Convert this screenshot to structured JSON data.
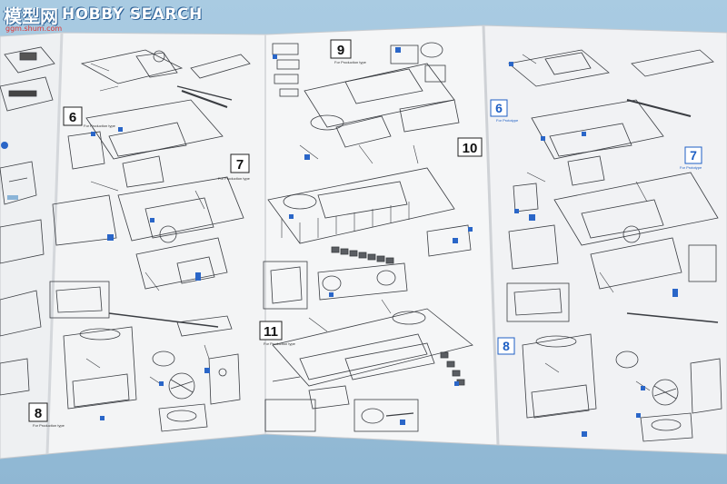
{
  "watermark": {
    "cn": "模型网",
    "en": "HOBBY SEARCH",
    "url": "ggm.shum.com"
  },
  "colors": {
    "background": "#9fc3dc",
    "paper": "#f4f5f6",
    "line": "#3a3d42",
    "step_number_blue": "#1e5fc4",
    "part_box_blue": "#2a66c8"
  },
  "panels": [
    {
      "name": "panel-1",
      "step_numbers": []
    },
    {
      "name": "panel-2",
      "step_numbers": [
        "6",
        "7",
        "8"
      ],
      "captions": [
        "For Production type",
        "For Production type",
        "For Production type"
      ]
    },
    {
      "name": "panel-3",
      "step_numbers": [
        "9",
        "10",
        "11"
      ],
      "captions": [
        "For Production type",
        "For Production type"
      ]
    },
    {
      "name": "panel-4",
      "step_numbers": [
        "6",
        "7",
        "8"
      ],
      "captions": [
        "For Prototype",
        "For Prototype"
      ]
    }
  ]
}
